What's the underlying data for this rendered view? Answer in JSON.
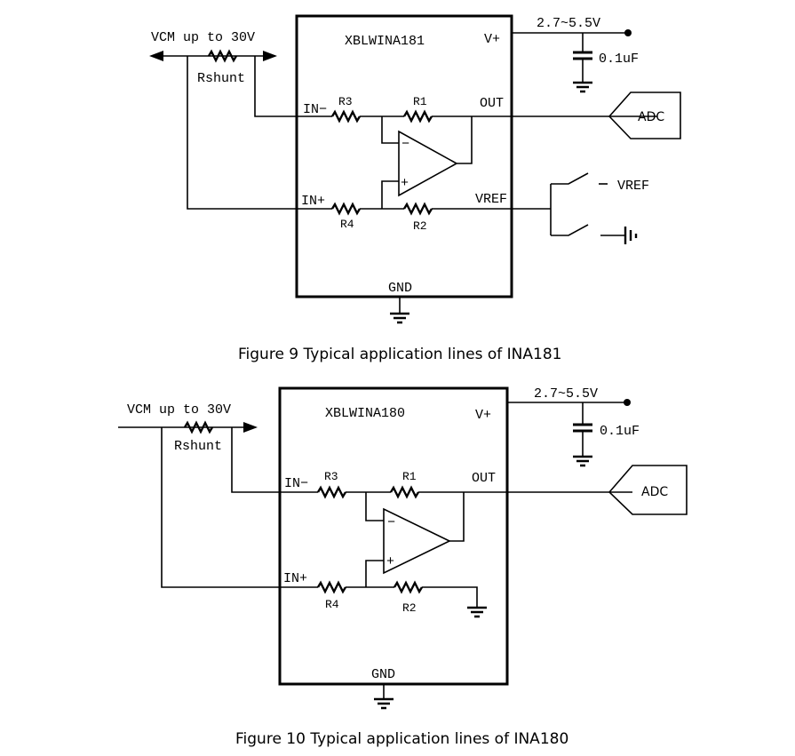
{
  "fig9": {
    "chip": "XBLWINA181",
    "vcm": "VCM up to 30V",
    "rshunt": "Rshunt",
    "vplus": "V+",
    "supply": "2.7~5.5V",
    "cap": "0.1uF",
    "in_minus": "IN−",
    "in_plus": "IN+",
    "r1": "R1",
    "r2": "R2",
    "r3": "R3",
    "r4": "R4",
    "out": "OUT",
    "vref_pin": "VREF",
    "adc": "ADC",
    "vref_ext": "VREF",
    "gnd": "GND",
    "minus_sign": "−",
    "plus_sign": "+",
    "caption": "Figure 9 Typical application lines of INA181"
  },
  "fig10": {
    "chip": "XBLWINA180",
    "vcm": "VCM up to 30V",
    "rshunt": "Rshunt",
    "vplus": "V+",
    "supply": "2.7~5.5V",
    "cap": "0.1uF",
    "in_minus": "IN−",
    "in_plus": "IN+",
    "r1": "R1",
    "r2": "R2",
    "r3": "R3",
    "r4": "R4",
    "out": "OUT",
    "adc": "ADC",
    "gnd": "GND",
    "minus_sign": "−",
    "plus_sign": "+",
    "caption": "Figure 10 Typical application lines of INA180"
  }
}
